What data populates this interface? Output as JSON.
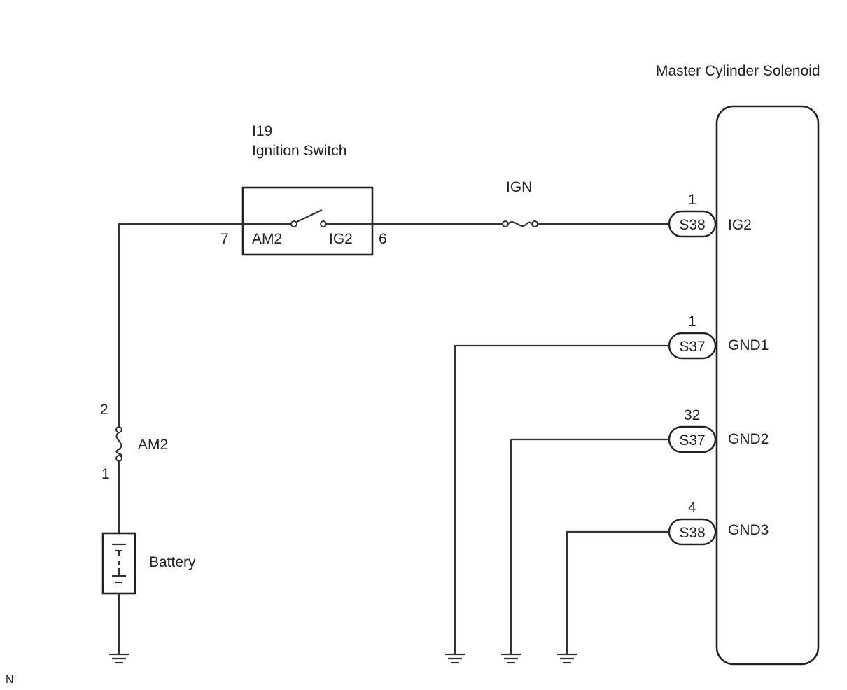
{
  "ecu": {
    "title": "Master Cylinder Solenoid"
  },
  "ignition_switch": {
    "code": "I19",
    "name": "Ignition Switch",
    "in_terminal": "AM2",
    "out_terminal": "IG2",
    "in_pin": "7",
    "out_pin": "6"
  },
  "fuse_ign": {
    "label": "IGN"
  },
  "fuse_am2": {
    "label": "AM2",
    "top_pin": "2",
    "bottom_pin": "1"
  },
  "battery": {
    "label": "Battery"
  },
  "connectors": [
    {
      "pin": "1",
      "connector": "S38",
      "terminal": "IG2"
    },
    {
      "pin": "1",
      "connector": "S37",
      "terminal": "GND1"
    },
    {
      "pin": "32",
      "connector": "S37",
      "terminal": "GND2"
    },
    {
      "pin": "4",
      "connector": "S38",
      "terminal": "GND3"
    }
  ],
  "footer": {
    "code": "N"
  }
}
